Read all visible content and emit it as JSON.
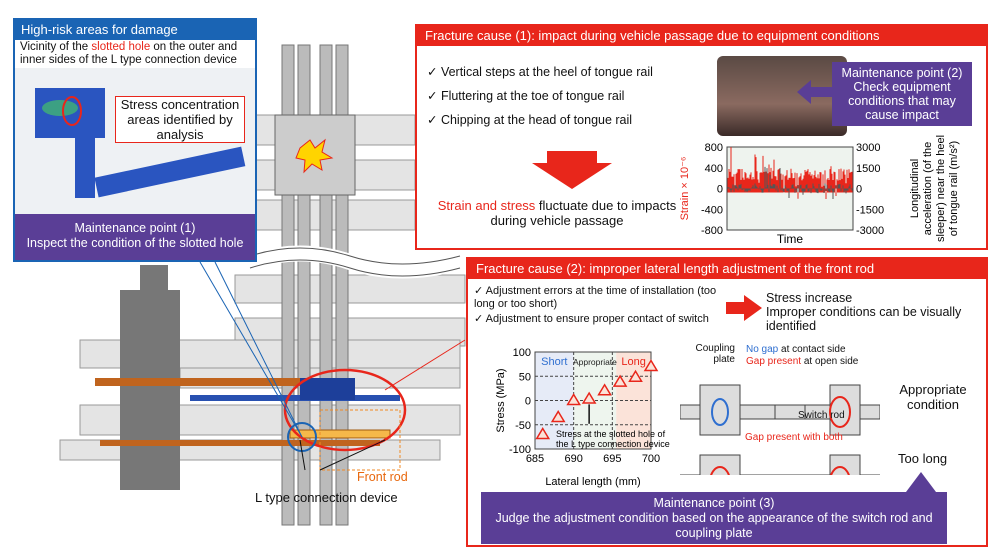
{
  "high_risk": {
    "title": "High-risk areas for damage",
    "desc_pre": "Vicinity of the ",
    "desc_red": "slotted hole",
    "desc_post": " on the outer and inner sides of the L type connection device",
    "callout": "Stress concentration areas identified by analysis",
    "mp_title": "Maintenance point (1)",
    "mp_text": "Inspect the condition of the slotted hole"
  },
  "cause1": {
    "title": "Fracture cause (1): impact during vehicle passage due to equipment conditions",
    "items": [
      "✓ Vertical steps at the heel of tongue rail",
      "✓ Fluttering at the toe of tongue rail",
      "✓ Chipping at the head of tongue rail"
    ],
    "result_red": "Strain and stress",
    "result_post": " fluctuate due to impacts during vehicle passage",
    "mp_title": "Maintenance point (2)",
    "mp_text": "Check equipment conditions that may cause impact"
  },
  "chart_data": [
    {
      "type": "line",
      "xlabel": "Time",
      "ylabel_left": "Strain × 10⁻⁶",
      "ylabel_right": "Longitudinal acceleration (of the sleeper) near the heel of tongue rail (m/s²)",
      "ylim_left": [
        -800,
        800
      ],
      "yticks_left": [
        "800",
        "400",
        "0",
        "-400",
        "-800"
      ],
      "ylim_right": [
        -3000,
        3000
      ],
      "yticks_right": [
        "3000",
        "1500",
        "0",
        "-1500",
        "-3000"
      ],
      "series": [
        {
          "name": "Strain",
          "color": "#e8261b"
        },
        {
          "color": "#555555"
        }
      ]
    },
    {
      "type": "scatter",
      "xlabel": "Lateral length (mm)",
      "ylabel": "Stress (MPa)",
      "xlim": [
        685,
        700
      ],
      "ylim": [
        -100,
        100
      ],
      "xticks": [
        "685",
        "690",
        "695",
        "700"
      ],
      "yticks": [
        "100",
        "50",
        "0",
        "-50",
        "-100"
      ],
      "regions": [
        {
          "label": "Short",
          "from": 685,
          "to": 690,
          "color": "#e6ebf7"
        },
        {
          "label": "Appropriate",
          "from": 690,
          "to": 695.5,
          "color": "#eef5ee"
        },
        {
          "label": "Long",
          "from": 695.5,
          "to": 700,
          "color": "#fbe3d9"
        }
      ],
      "points": [
        [
          686,
          -70
        ],
        [
          688,
          -35
        ],
        [
          690,
          0
        ],
        [
          692,
          3
        ],
        [
          694,
          20
        ],
        [
          696,
          38
        ],
        [
          698,
          48
        ],
        [
          700,
          70
        ]
      ],
      "legend": "Stress at the slotted hole of the L type connection device",
      "grid": true
    }
  ],
  "cause2": {
    "title": "Fracture cause (2): improper lateral length adjustment of the front rod",
    "items": [
      "✓ Adjustment errors at the time of installation (too long or too short)",
      "✓ Adjustment to ensure proper contact of switch"
    ],
    "result1": "Stress increase",
    "result2": "Improper conditions can be visually identified",
    "coupling": "Coupling plate",
    "nogap_blue": "No gap",
    "nogap_post": " at contact side",
    "gap_red": "Gap present",
    "gap_post": " at open side",
    "switch_rod": "Switch rod",
    "appropriate": "Appropriate condition",
    "gap_both": "Gap present with both",
    "too_long": "Too long",
    "mp_title": "Maintenance point (3)",
    "mp_text": "Judge the adjustment condition based on the appearance of the switch rod and coupling plate"
  },
  "diagram": {
    "front_rod": "Front rod",
    "l_type": "L type connection device"
  }
}
